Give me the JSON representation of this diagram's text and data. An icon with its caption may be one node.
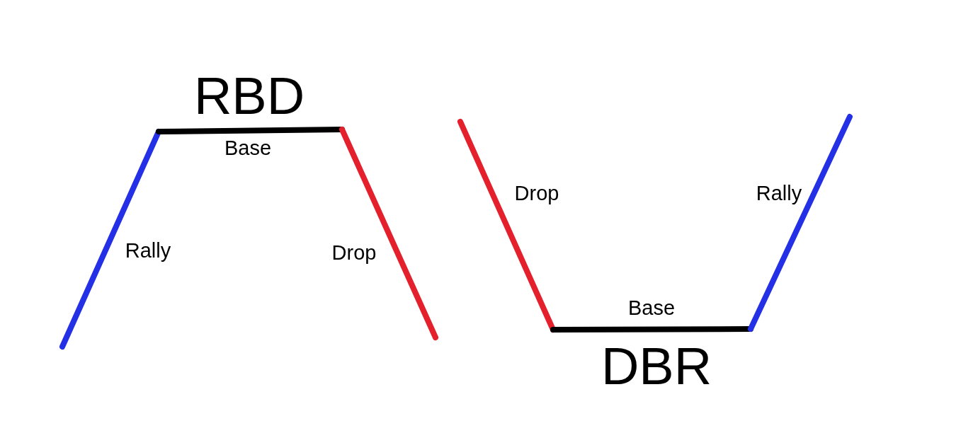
{
  "diagram": {
    "labels": [
      "RBD",
      "Base",
      "Rally",
      "Drop",
      "Drop",
      "Rally",
      "Base",
      "DBR"
    ]
  }
}
